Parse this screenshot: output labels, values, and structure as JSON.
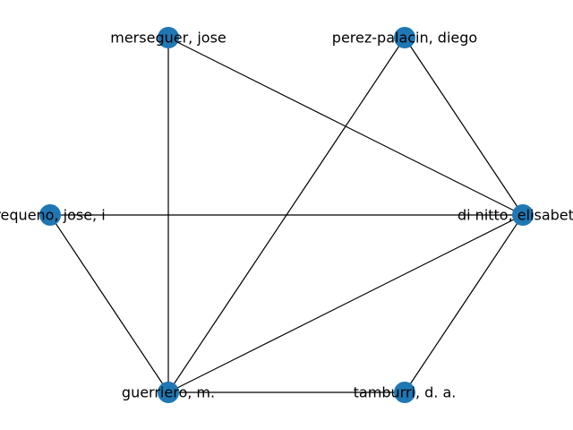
{
  "colors": {
    "node_fill": "#1f77b4",
    "edge": "#000000",
    "background": "#ffffff"
  },
  "graph": {
    "nodes": [
      {
        "id": "merseguer",
        "label": "merseguer, jose"
      },
      {
        "id": "perez",
        "label": "perez-palacin, diego"
      },
      {
        "id": "requeno",
        "label": "requeno, jose, i"
      },
      {
        "id": "dinitto",
        "label": "di nitto, elisabetta"
      },
      {
        "id": "guerriero",
        "label": "guerriero, m."
      },
      {
        "id": "tamburri",
        "label": "tamburri, d. a."
      }
    ],
    "edges": [
      {
        "source": "merseguer",
        "target": "guerriero"
      },
      {
        "source": "merseguer",
        "target": "dinitto"
      },
      {
        "source": "perez",
        "target": "guerriero"
      },
      {
        "source": "perez",
        "target": "dinitto"
      },
      {
        "source": "requeno",
        "target": "dinitto"
      },
      {
        "source": "requeno",
        "target": "guerriero"
      },
      {
        "source": "dinitto",
        "target": "guerriero"
      },
      {
        "source": "dinitto",
        "target": "tamburri"
      },
      {
        "source": "guerriero",
        "target": "tamburri"
      }
    ]
  }
}
